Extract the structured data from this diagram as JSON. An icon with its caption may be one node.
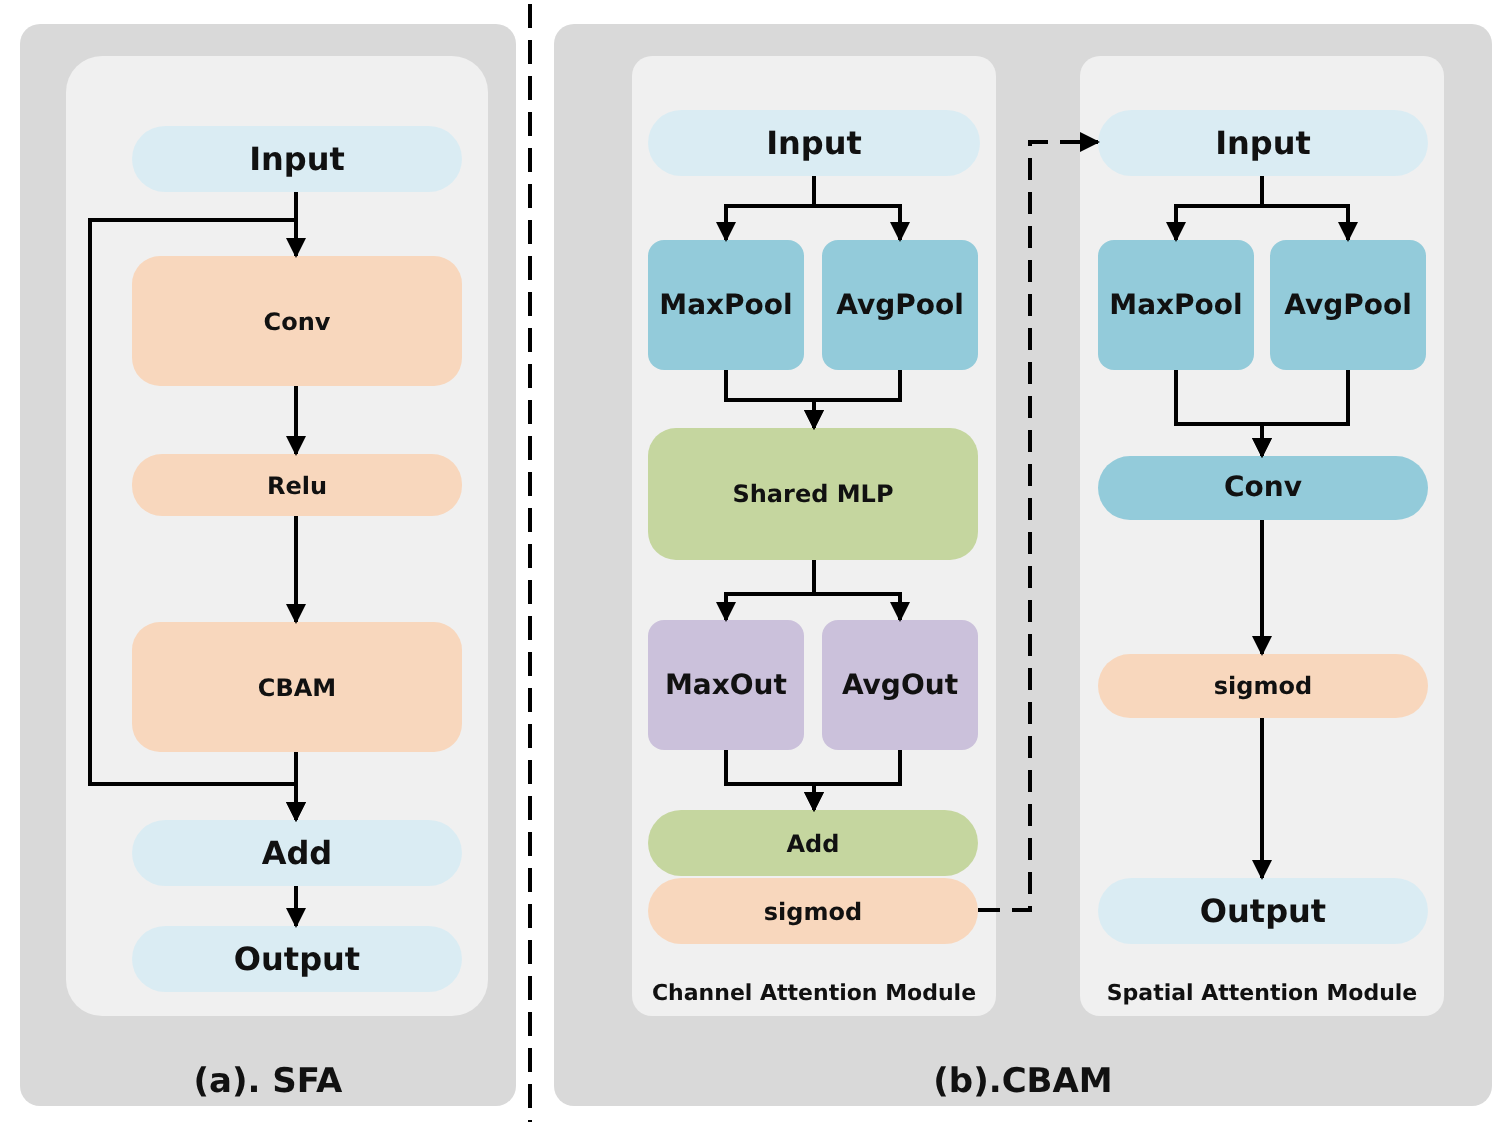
{
  "diagram": {
    "nodes": [
      {
        "text": [
          "(a). SFA"
        ]
      },
      {
        "text": [],
        "shape": "box",
        "in": 0
      },
      {
        "text": [
          "Input"
        ],
        "in": 1
      },
      {
        "text": [
          "Conv"
        ],
        "in": 1
      },
      {
        "text": [
          "Relu"
        ],
        "in": 1
      },
      {
        "text": [
          "CBAM"
        ],
        "in": 1
      },
      {
        "text": [
          "Add"
        ],
        "in": 1
      },
      {
        "text": [
          "Output"
        ],
        "in": 1
      },
      {
        "text": [
          "(b).CBAM"
        ]
      },
      {
        "text": [
          "Channel Attention Module"
        ],
        "in": 8
      },
      {
        "text": [
          "Input"
        ],
        "in": 9
      },
      {
        "text": [
          "MaxPool"
        ],
        "in": 9
      },
      {
        "text": [
          "AvgPool"
        ],
        "in": 9
      },
      {
        "text": [
          "Shared MLP"
        ],
        "in": 9
      },
      {
        "text": [
          "MaxOut"
        ],
        "in": 9
      },
      {
        "text": [
          "AvgOut"
        ],
        "in": 9
      },
      {
        "text": [
          "Add"
        ],
        "in": 9
      },
      {
        "text": [
          "sigmod"
        ],
        "in": 9
      },
      {
        "text": [
          "Spatial Attention Module"
        ],
        "in": 8
      },
      {
        "text": [
          "Input"
        ],
        "in": 18
      },
      {
        "text": [
          "MaxPool"
        ],
        "in": 18
      },
      {
        "text": [
          "AvgPool"
        ],
        "in": 18
      },
      {
        "text": [
          "Conv"
        ],
        "in": 18
      },
      {
        "text": [
          "sigmod"
        ],
        "in": 18
      },
      {
        "text": [
          "Output"
        ],
        "in": 18
      }
    ],
    "edges": [
      {
        "from": 2,
        "to": 3,
        "arrow": "to"
      },
      {
        "from": 3,
        "to": 4,
        "arrow": "to"
      },
      {
        "from": 4,
        "to": 5,
        "arrow": "to"
      },
      {
        "from": 5,
        "to": 6,
        "arrow": "to"
      },
      {
        "from": 2,
        "to": 6,
        "arrow": "to"
      },
      {
        "from": 6,
        "to": 7,
        "arrow": "to"
      },
      {
        "from": 10,
        "to": 11,
        "arrow": "to"
      },
      {
        "from": 10,
        "to": 12,
        "arrow": "to"
      },
      {
        "from": 11,
        "to": 13,
        "arrow": "to"
      },
      {
        "from": 12,
        "to": 13,
        "arrow": "to"
      },
      {
        "from": 13,
        "to": 14,
        "arrow": "to"
      },
      {
        "from": 13,
        "to": 15,
        "arrow": "to"
      },
      {
        "from": 14,
        "to": 16,
        "arrow": "to"
      },
      {
        "from": 15,
        "to": 16,
        "arrow": "to"
      },
      {
        "from": 17,
        "to": 19,
        "arrow": "to",
        "style": "dashed"
      },
      {
        "from": 19,
        "to": 20,
        "arrow": "to"
      },
      {
        "from": 19,
        "to": 21,
        "arrow": "to"
      },
      {
        "from": 20,
        "to": 22,
        "arrow": "to"
      },
      {
        "from": 21,
        "to": 22,
        "arrow": "to"
      },
      {
        "from": 22,
        "to": 23,
        "arrow": "to"
      },
      {
        "from": 23,
        "to": 24,
        "arrow": "to"
      }
    ]
  }
}
